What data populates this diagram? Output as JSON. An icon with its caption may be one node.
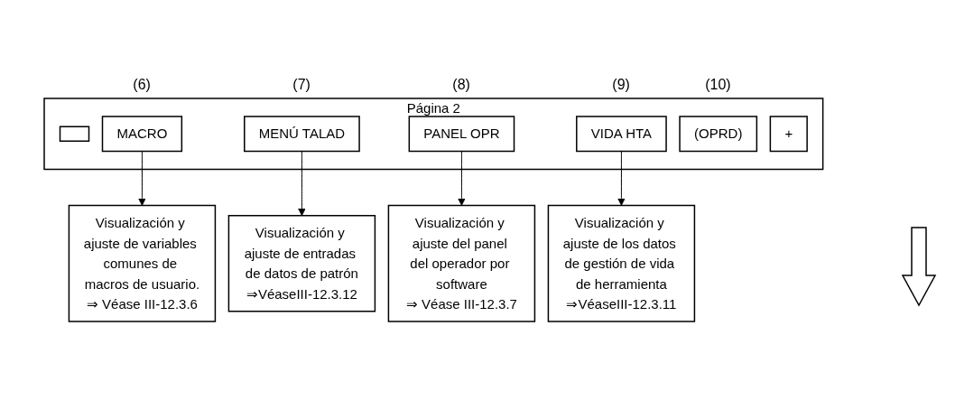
{
  "diagram": {
    "nodes": [
      {
        "text": [
          "Página 2"
        ]
      },
      {
        "text": [],
        "shape": "box",
        "in": 0
      },
      {
        "text": [
          "MACRO"
        ],
        "beside": [
          "(6)"
        ],
        "in": 0
      },
      {
        "text": [
          "MENÚ TALAD"
        ],
        "beside": [
          "(7)"
        ],
        "in": 0
      },
      {
        "text": [
          "PANEL OPR"
        ],
        "beside": [
          "(8)"
        ],
        "in": 0
      },
      {
        "text": [
          "VIDA HTA"
        ],
        "beside": [
          "(9)"
        ],
        "in": 0
      },
      {
        "text": [
          "(OPRD)"
        ],
        "beside": [
          "(10)"
        ],
        "in": 0
      },
      {
        "text": [
          "+"
        ],
        "in": 0
      },
      {
        "text": [
          "Visualización y ajuste de variables comunes de macros de usuario.",
          "⇒ Véase III-12.3.6"
        ]
      },
      {
        "text": [
          "Visualización y ajuste de entradas de datos de patrón",
          "⇒VéaseIII-12.3.12"
        ]
      },
      {
        "text": [
          "Visualización y ajuste del panel del operador por software",
          "⇒ Véase III-12.3.7"
        ]
      },
      {
        "text": [
          "Visualización y ajuste de los datos de gestión de vida de herramienta",
          "⇒VéaseIII-12.3.11"
        ]
      }
    ],
    "edges": [
      {
        "from": 2,
        "to": 8,
        "arrow": "to"
      },
      {
        "from": 3,
        "to": 9,
        "arrow": "to"
      },
      {
        "from": 4,
        "to": 10,
        "arrow": "to"
      },
      {
        "from": 5,
        "to": 11,
        "arrow": "to"
      }
    ]
  }
}
